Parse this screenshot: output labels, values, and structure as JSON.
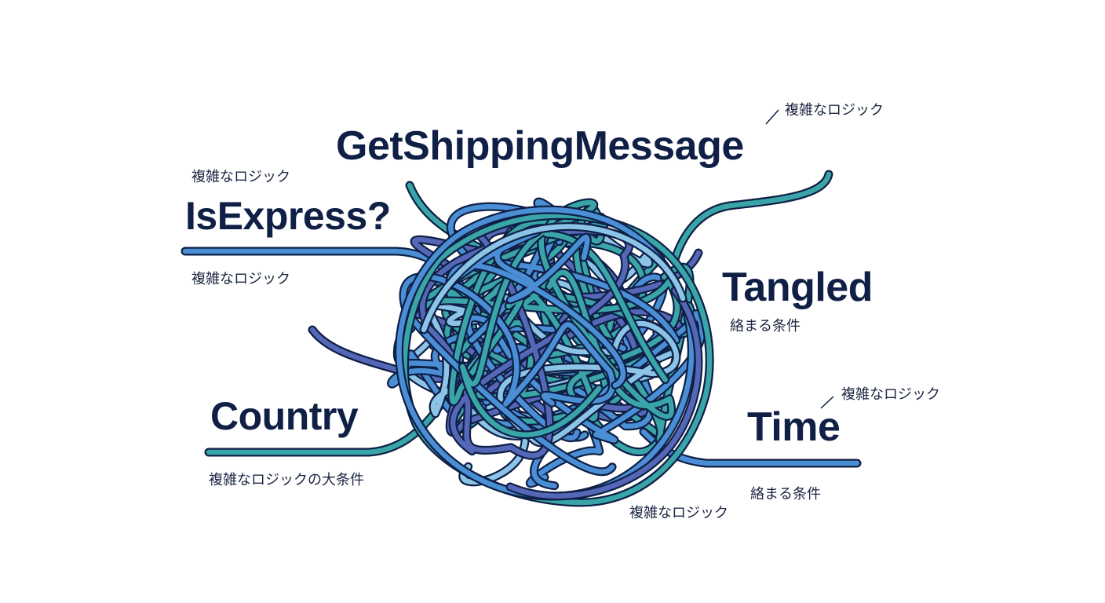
{
  "labels": {
    "main_title": "GetShippingMessage",
    "is_express": "IsExpress?",
    "country": "Country",
    "tangled": "Tangled",
    "time": "Time"
  },
  "notes": {
    "top_right": "複雑なロジック",
    "is_express_above": "複雑なロジック",
    "is_express_below": "複雑なロジック",
    "tangled_below": "絡まる条件",
    "country_below": "複雑なロジックの大条件",
    "time_above": "複雑なロジック",
    "time_below": "絡まる条件",
    "bottom_center": "複雑なロジック"
  },
  "colors": {
    "text_dark": "#0f1f45",
    "outline": "#0f1f45",
    "teal": "#3aa5a8",
    "blue": "#4a8fd6",
    "light_blue": "#8cc4e8",
    "indigo": "#5568b8"
  }
}
